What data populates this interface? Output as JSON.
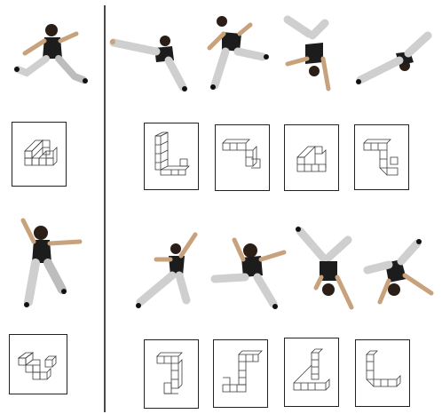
{
  "colors": {
    "skin": "#c8a27c",
    "shirt": "#1c1c1c",
    "pants": "#cfcfcf",
    "pants_shadow": "#9a9a9a",
    "hair": "#2a1e16",
    "shoe": "#111111",
    "card_border": "#222222",
    "cube_stroke": "#3a3a3a",
    "divider": "#4a4a4a"
  },
  "reference_rows": [
    {
      "pose": "leap",
      "shape": "triangle-penrose"
    },
    {
      "pose": "stretch",
      "shape": "s-cluster"
    }
  ],
  "option_rows": [
    {
      "poses": [
        "split-leap",
        "arms-up-lunge",
        "handstand-kick",
        "cartwheel-side"
      ],
      "shapes": [
        "l-shape",
        "zigzag",
        "triangle-penrose",
        "hook-shape"
      ]
    },
    {
      "poses": [
        "warrior-reach",
        "side-lunge",
        "inverted-split",
        "cartwheel-top"
      ],
      "shapes": [
        "z-stack",
        "j-shape",
        "triangle-penrose-b",
        "v-bend"
      ]
    }
  ]
}
